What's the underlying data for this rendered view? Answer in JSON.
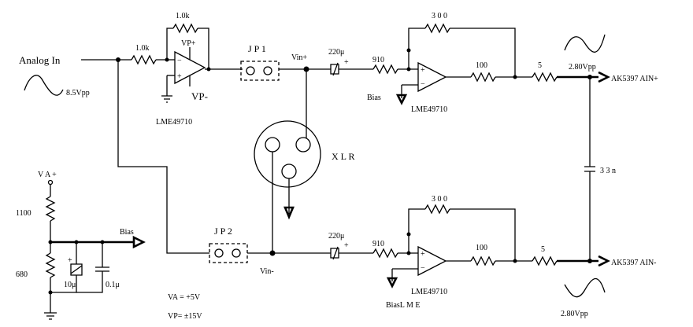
{
  "labels": {
    "analog_in": "Analog In",
    "vin_level": "8.5Vpp",
    "r_in": "1.0k",
    "r_fb": "1.0k",
    "vp_plus": "VP+",
    "vp_minus": "VP-",
    "op_left": "LME49710",
    "jp1": "J P 1",
    "jp2": "J P 2",
    "vin_plus": "Vin+",
    "vin_minus": "Vin-",
    "cap_top": "220μ",
    "cap_bot": "220μ",
    "plus": "+",
    "r910_top": "910",
    "r910_bot": "910",
    "r300_top": "3 0 0",
    "r300_bot": "3 0 0",
    "r100_top": "100",
    "r100_bot": "100",
    "r5_top": "5",
    "r5_bot": "5",
    "bias_top": "Bias",
    "op_top": "LME49710",
    "op_bot": "LME49710",
    "bias_lme": "BiasL M E",
    "out_level_top": "2.80Vpp",
    "out_level_bot": "2.80Vpp",
    "ain_plus": "AK5397 AIN+",
    "ain_minus": "AK5397 AIN-",
    "c33n": "3 3 n",
    "xlr": "X L R",
    "va_plus": "V A +",
    "r1100": "1100",
    "r680": "680",
    "cap10": "10μ",
    "cap01": "0.1μ",
    "bias_mid": "Bias",
    "va_supply": "VA = +5V",
    "vp_supply": "VP= ±15V"
  }
}
